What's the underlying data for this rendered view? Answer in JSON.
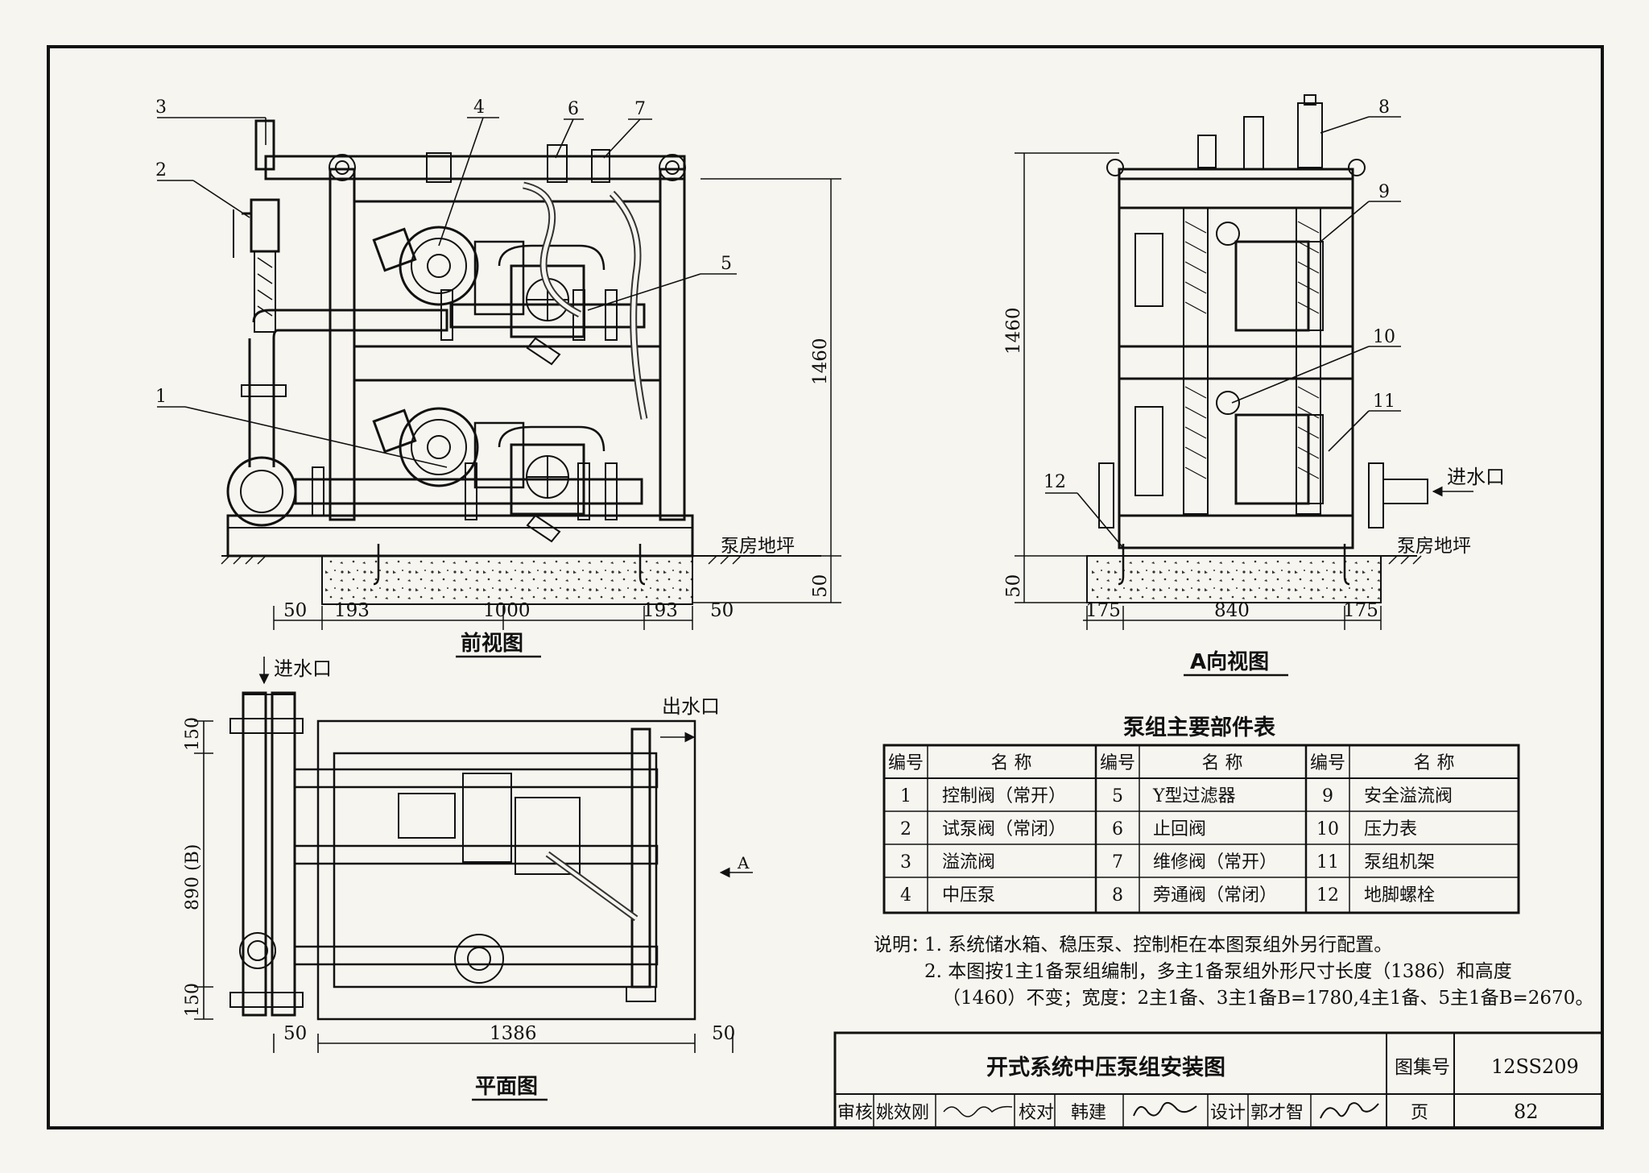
{
  "views": {
    "front": {
      "title": "前视图",
      "callouts": [
        "1",
        "2",
        "3",
        "4",
        "5",
        "6",
        "7"
      ],
      "dims": {
        "d1": "50",
        "d2": "193",
        "d3": "1000",
        "d4": "193",
        "d5": "50",
        "height": "1460",
        "base": "50"
      },
      "floor": "泵房地坪"
    },
    "side": {
      "title": "A向视图",
      "callouts": [
        "8",
        "9",
        "10",
        "11",
        "12"
      ],
      "dims": {
        "d1": "175",
        "d2": "840",
        "d3": "175",
        "height": "1460",
        "base": "50"
      },
      "inlet": "进水口",
      "floor": "泵房地坪"
    },
    "plan": {
      "title": "平面图",
      "inlet": "进水口",
      "outlet": "出水口",
      "arrow": "A",
      "dims": {
        "d1": "50",
        "d2": "1386",
        "d3": "50",
        "v1": "150",
        "v2": "890 (B)",
        "v3": "150"
      }
    }
  },
  "parts_table": {
    "title": "泵组主要部件表",
    "headers": [
      "编号",
      "名 称",
      "编号",
      "名 称",
      "编号",
      "名 称"
    ],
    "rows": [
      [
        "1",
        "控制阀（常开）",
        "5",
        "Y型过滤器",
        "9",
        "安全溢流阀"
      ],
      [
        "2",
        "试泵阀（常闭）",
        "6",
        "止回阀",
        "10",
        "压力表"
      ],
      [
        "3",
        "溢流阀",
        "7",
        "维修阀（常开）",
        "11",
        "泵组机架"
      ],
      [
        "4",
        "中压泵",
        "8",
        "旁通阀（常闭）",
        "12",
        "地脚螺栓"
      ]
    ]
  },
  "notes": {
    "label": "说明：",
    "lines": [
      "1. 系统储水箱、稳压泵、控制柜在本图泵组外另行配置。",
      "2. 本图按1主1备泵组编制，多主1备泵组外形尺寸长度（1386）和高度",
      "（1460）不变；宽度：2主1备、3主1备B=1780,4主1备、5主1备B=2670。"
    ]
  },
  "title_block": {
    "drawing_title": "开式系统中压泵组安装图",
    "atlas_label": "图集号",
    "atlas_no": "12SS209",
    "review_label": "审核",
    "reviewer": "姚效刚",
    "check_label": "校对",
    "checker": "韩建",
    "design_label": "设计",
    "designer": "郭才智",
    "page_label": "页",
    "page_no": "82"
  }
}
